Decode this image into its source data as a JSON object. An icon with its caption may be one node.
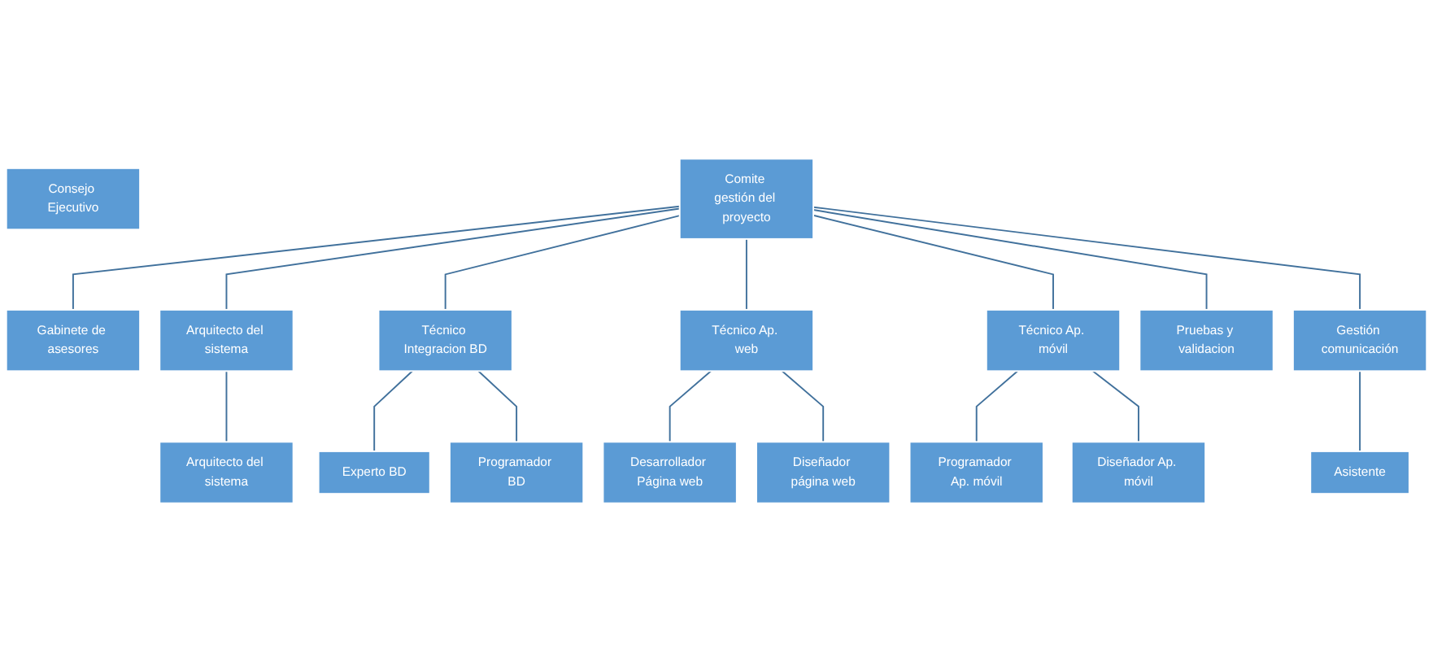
{
  "diagram": {
    "nodes": [
      {
        "text": [
          "Consejo Ejecutivo"
        ]
      },
      {
        "text": [
          "Comite gestión del proyecto"
        ]
      },
      {
        "text": [
          "Gabinete de asesores"
        ]
      },
      {
        "text": [
          "Arquitecto del sistema"
        ]
      },
      {
        "text": [
          "Técnico Integracion BD"
        ]
      },
      {
        "text": [
          "Técnico Ap. web"
        ]
      },
      {
        "text": [
          "Técnico Ap. móvil"
        ]
      },
      {
        "text": [
          "Pruebas y validacion"
        ]
      },
      {
        "text": [
          "Gestión comunicación"
        ]
      },
      {
        "text": [
          "Arquitecto del sistema"
        ]
      },
      {
        "text": [
          "Experto BD"
        ]
      },
      {
        "text": [
          "Programador BD"
        ]
      },
      {
        "text": [
          "Desarrollador Página web"
        ]
      },
      {
        "text": [
          "Diseñador página web"
        ]
      },
      {
        "text": [
          "Programador Ap. móvil"
        ]
      },
      {
        "text": [
          "Diseñador Ap. móvil"
        ]
      },
      {
        "text": [
          "Asistente"
        ]
      }
    ],
    "edges": [
      {
        "from": 1,
        "to": 2,
        "arrow": "none"
      },
      {
        "from": 1,
        "to": 3,
        "arrow": "none"
      },
      {
        "from": 1,
        "to": 4,
        "arrow": "none"
      },
      {
        "from": 1,
        "to": 5,
        "arrow": "none"
      },
      {
        "from": 1,
        "to": 6,
        "arrow": "none"
      },
      {
        "from": 1,
        "to": 7,
        "arrow": "none"
      },
      {
        "from": 1,
        "to": 8,
        "arrow": "none"
      },
      {
        "from": 3,
        "to": 9,
        "arrow": "none"
      },
      {
        "from": 4,
        "to": 10,
        "arrow": "none"
      },
      {
        "from": 4,
        "to": 11,
        "arrow": "none"
      },
      {
        "from": 5,
        "to": 12,
        "arrow": "none"
      },
      {
        "from": 5,
        "to": 13,
        "arrow": "none"
      },
      {
        "from": 6,
        "to": 14,
        "arrow": "none"
      },
      {
        "from": 6,
        "to": 15,
        "arrow": "none"
      },
      {
        "from": 8,
        "to": 16,
        "arrow": "none"
      }
    ]
  }
}
